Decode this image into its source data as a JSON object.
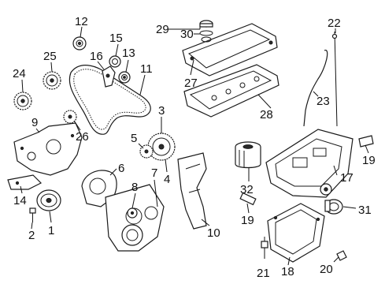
{
  "callouts": [
    {
      "id": "c1",
      "text": "1"
    },
    {
      "id": "c2",
      "text": "2"
    },
    {
      "id": "c3",
      "text": "3"
    },
    {
      "id": "c4",
      "text": "4"
    },
    {
      "id": "c5",
      "text": "5"
    },
    {
      "id": "c6",
      "text": "6"
    },
    {
      "id": "c7",
      "text": "7"
    },
    {
      "id": "c8",
      "text": "8"
    },
    {
      "id": "c9",
      "text": "9"
    },
    {
      "id": "c10",
      "text": "10"
    },
    {
      "id": "c11",
      "text": "11"
    },
    {
      "id": "c12",
      "text": "12"
    },
    {
      "id": "c13",
      "text": "13"
    },
    {
      "id": "c14",
      "text": "14"
    },
    {
      "id": "c15",
      "text": "15"
    },
    {
      "id": "c16",
      "text": "16"
    },
    {
      "id": "c17",
      "text": "17"
    },
    {
      "id": "c18",
      "text": "18"
    },
    {
      "id": "c19a",
      "text": "19"
    },
    {
      "id": "c19b",
      "text": "19"
    },
    {
      "id": "c20",
      "text": "20"
    },
    {
      "id": "c21",
      "text": "21"
    },
    {
      "id": "c22",
      "text": "22"
    },
    {
      "id": "c23",
      "text": "23"
    },
    {
      "id": "c24",
      "text": "24"
    },
    {
      "id": "c25",
      "text": "25"
    },
    {
      "id": "c26",
      "text": "26"
    },
    {
      "id": "c27",
      "text": "27"
    },
    {
      "id": "c28",
      "text": "28"
    },
    {
      "id": "c29",
      "text": "29"
    },
    {
      "id": "c30",
      "text": "30"
    },
    {
      "id": "c31",
      "text": "31"
    },
    {
      "id": "c32",
      "text": "32"
    }
  ]
}
